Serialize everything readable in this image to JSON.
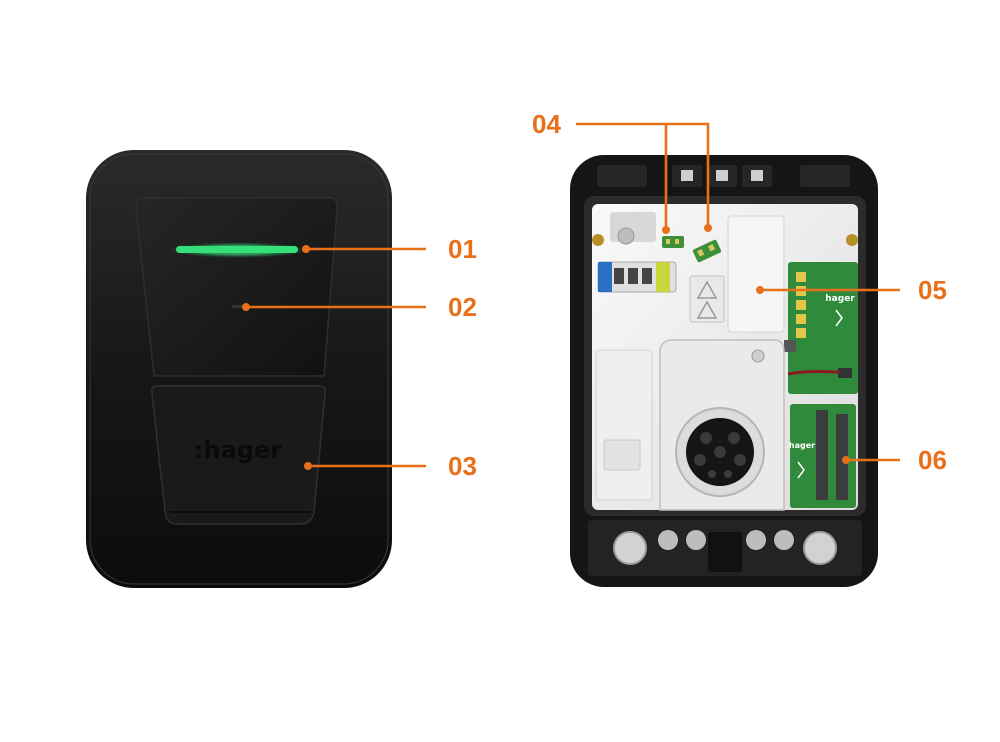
{
  "colors": {
    "accent": "#e8701a",
    "led": "#35e07a",
    "housing": "#141414",
    "pcb": "#2f8a3c",
    "inner": "#f2f2f2"
  },
  "brand": {
    "front_logo": ":hager",
    "pcb_logo_1": "hager",
    "pcb_logo_2": "hager"
  },
  "callouts": [
    {
      "label": "01"
    },
    {
      "label": "02"
    },
    {
      "label": "03"
    },
    {
      "label": "04"
    },
    {
      "label": "05"
    },
    {
      "label": "06"
    }
  ]
}
